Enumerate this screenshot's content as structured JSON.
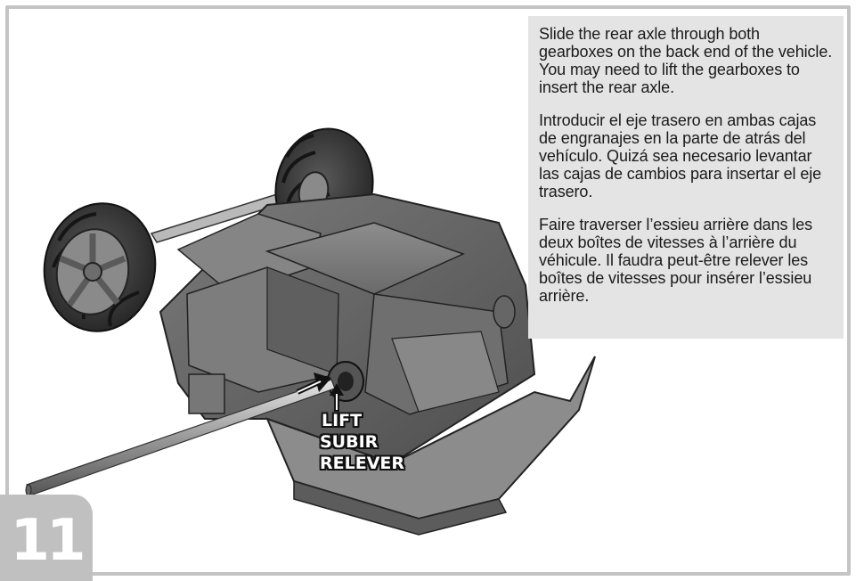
{
  "instructions": {
    "english": "Slide the rear axle through both gearboxes on the back end of the vehicle. You may need to lift the gearboxes to insert the rear axle.",
    "spanish": "Introducir el eje trasero en ambas cajas de engranajes en la parte de atrás del vehículo. Quizá sea necesario levantar las cajas de cambios  para insertar el eje trasero.",
    "french": "Faire traverser l’essieu arrière dans les deux boîtes de vitesses à l’arrière du véhicule. Il faudra peut-être relever les boîtes de vitesses pour insérer l’essieu arrière."
  },
  "callout": {
    "lift_en": "LIFT",
    "lift_es": "SUBIR",
    "lift_fr": "RELEVER"
  },
  "step": {
    "number": "11"
  },
  "colors": {
    "frame": "#c4c4c4",
    "panel": "#e4e4e4",
    "badge": "#c0c0c0",
    "vehicle_body": "#6e6e6e",
    "tire": "#3a3a3a"
  }
}
